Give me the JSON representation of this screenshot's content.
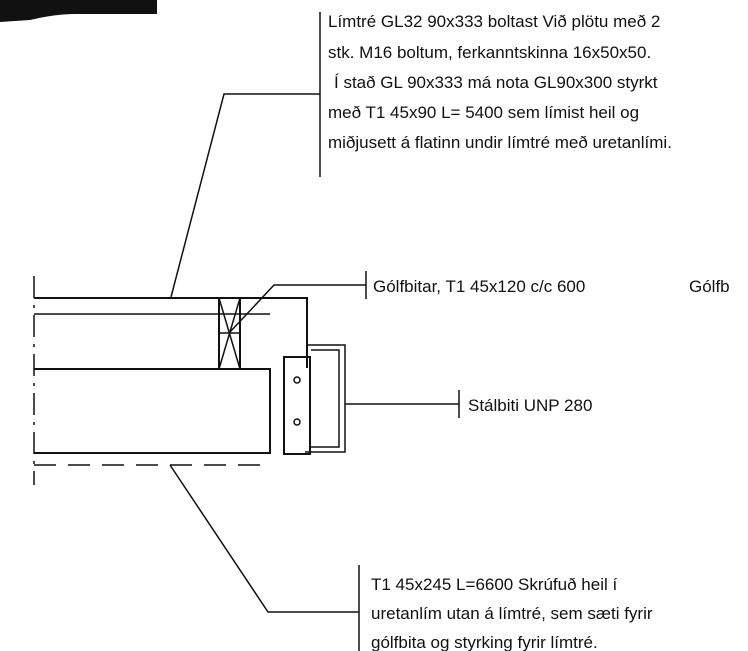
{
  "notes": {
    "glulam_line1": "Límtré GL32 90x333 boltast Við plötu með 2",
    "glulam_line2": "stk. M16 boltum, ferkanntskinna 16x50x50.",
    "glulam_line3": "Í stað GL 90x333 má nota GL90x300 styrkt",
    "glulam_line4": "með T1 45x90 L= 5400 sem límist heil og",
    "glulam_line5": "miðjusett á flatinn undir límtré með uretanlími.",
    "floor_joist": "Gólfbitar, T1 45x120 c/c 600",
    "floor_joist_cut": "Gólfb",
    "steel_beam": "Stálbiti UNP 280",
    "timber_line1": "T1 45x245 L=6600 Skrúfuð heil í",
    "timber_line2": "uretanlím utan á límtré, sem sæti fyrir",
    "timber_line3": "gólfbita og styrking fyrir límtré."
  },
  "colors": {
    "ink": "#111111",
    "background": "#ffffff"
  }
}
